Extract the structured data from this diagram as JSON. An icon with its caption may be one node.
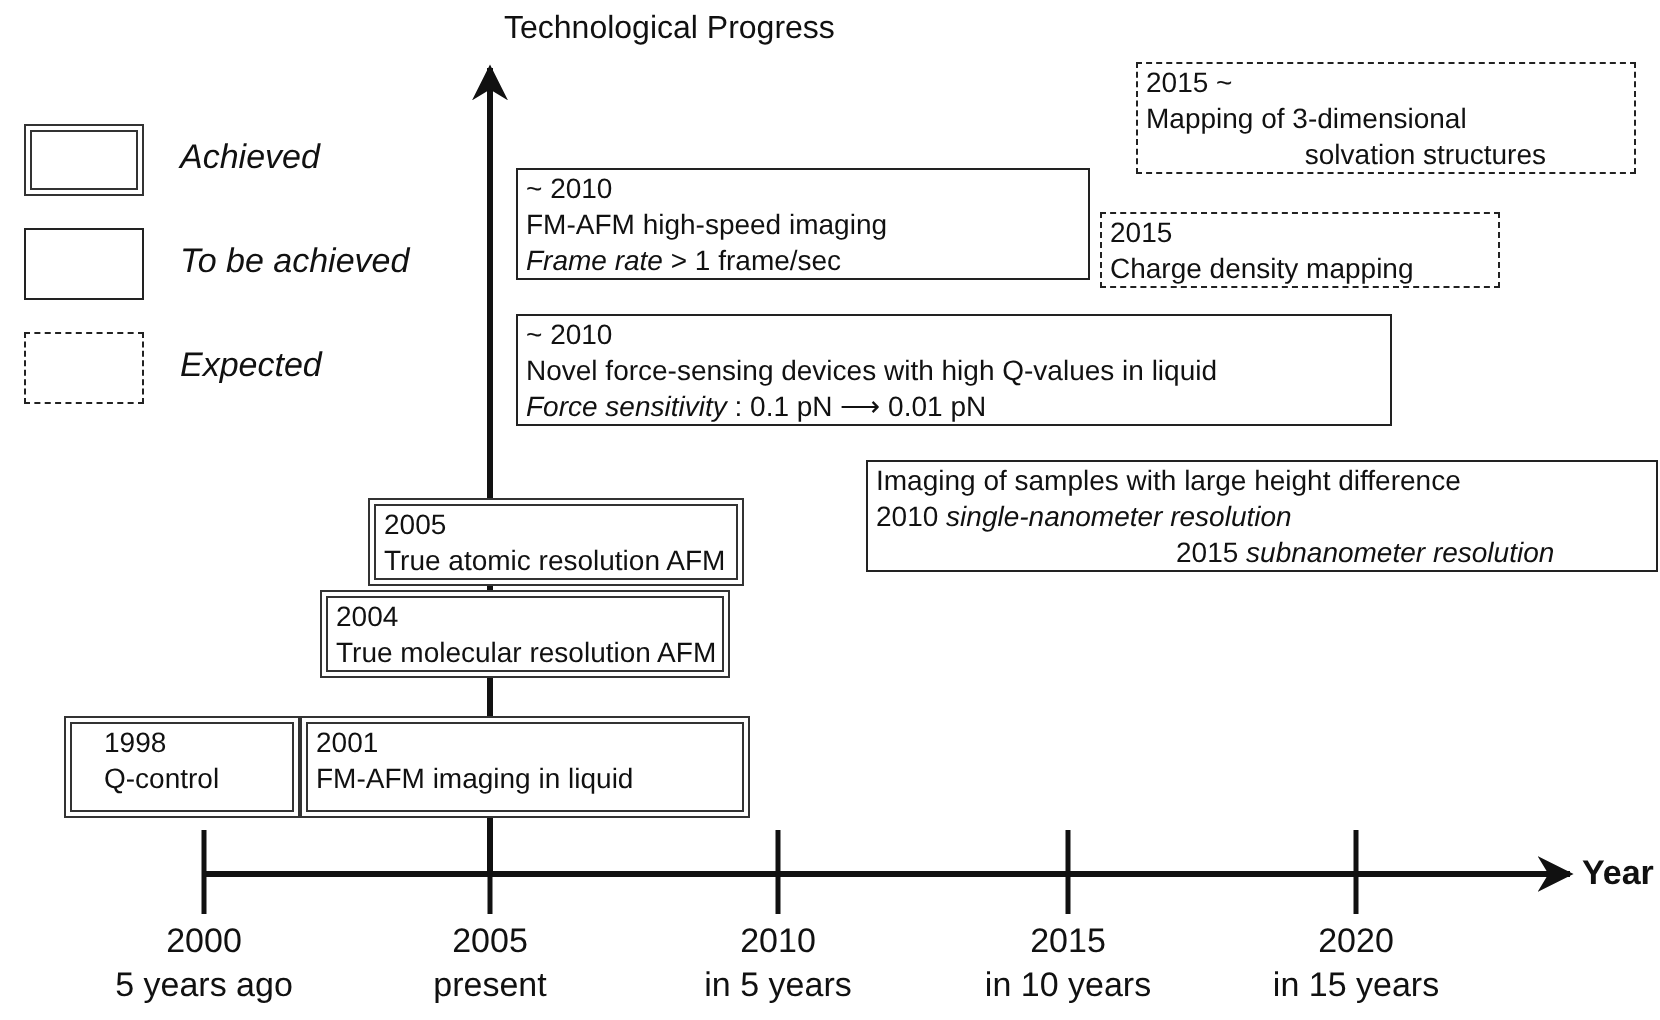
{
  "diagram": {
    "nodes": [
      {
        "text": [
          "2015 ~",
          "Mapping of 3-dimensional solvation structures"
        ]
      },
      {
        "text": [
          "~ 2010",
          "FM-AFM high-speed imaging",
          "*Frame rate* > 1 frame/sec"
        ]
      },
      {
        "text": [
          "2015",
          "Charge density mapping"
        ]
      },
      {
        "text": [
          "~ 2010",
          "Novel force-sensing devices with high Q-values in liquid",
          "*Force sensitivity* :  0.1 pN ⟶ 0.01 pN"
        ]
      },
      {
        "text": [
          "Imaging of samples with large height difference",
          "2010 *single-nanometer resolution*",
          "2015 *subnanometer resolution*"
        ]
      },
      {
        "text": [
          "2005",
          "True atomic resolution AFM"
        ]
      },
      {
        "text": [
          "2004",
          "True molecular resolution AFM"
        ]
      },
      {
        "text": [
          "1998",
          "Q-control"
        ]
      },
      {
        "text": [
          "2001",
          "FM-AFM imaging in liquid"
        ]
      }
    ],
    "labels": [
      "Technological Progress",
      "Year",
      "2000",
      "2005",
      "2010",
      "2015",
      "2020",
      "5 years ago",
      "present",
      "in 5 years",
      "in 10 years",
      "in 15 years"
    ],
    "legend": [
      {
        "text": "Achieved"
      },
      {
        "text": "To be achieved"
      },
      {
        "text": "Expected"
      }
    ]
  }
}
